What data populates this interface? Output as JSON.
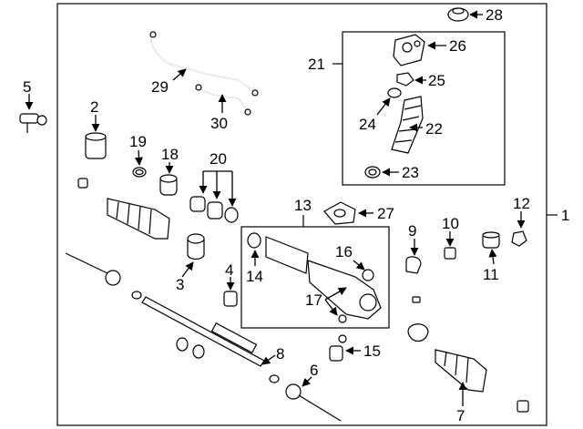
{
  "callouts": {
    "c1": "1",
    "c2": "2",
    "c3": "3",
    "c4": "4",
    "c5": "5",
    "c6": "6",
    "c7": "7",
    "c8": "8",
    "c9": "9",
    "c10": "10",
    "c11": "11",
    "c12": "12",
    "c13": "13",
    "c14": "14",
    "c15": "15",
    "c16": "16",
    "c17": "17",
    "c18": "18",
    "c19": "19",
    "c20": "20",
    "c21": "21",
    "c22": "22",
    "c23": "23",
    "c24": "24",
    "c25": "25",
    "c26": "26",
    "c27": "27",
    "c28": "28",
    "c29": "29",
    "c30": "30"
  },
  "colors": {
    "line": "#000000",
    "background": "#ffffff"
  }
}
